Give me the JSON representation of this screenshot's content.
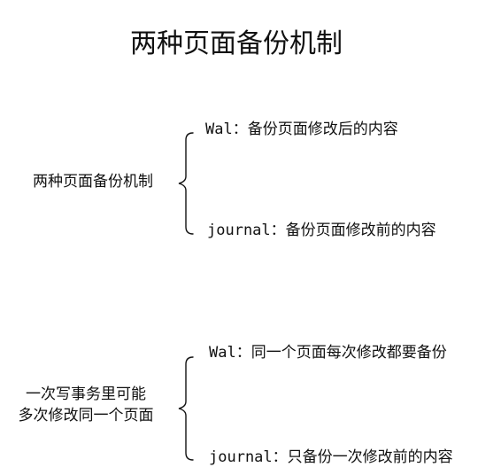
{
  "title": "两种页面备份机制",
  "groups": [
    {
      "root": [
        "两种页面备份机制"
      ],
      "branches": [
        {
          "keyword": "Wal",
          "text": "备份页面修改后的内容"
        },
        {
          "keyword": "journal",
          "text": "备份页面修改前的内容"
        }
      ]
    },
    {
      "root": [
        "一次写事务里可能",
        "多次修改同一个页面"
      ],
      "branches": [
        {
          "keyword": "Wal",
          "text": "同一个页面每次修改都要备份"
        },
        {
          "keyword": "journal",
          "text": "只备份一次修改前的内容"
        }
      ]
    }
  ],
  "separator": "："
}
